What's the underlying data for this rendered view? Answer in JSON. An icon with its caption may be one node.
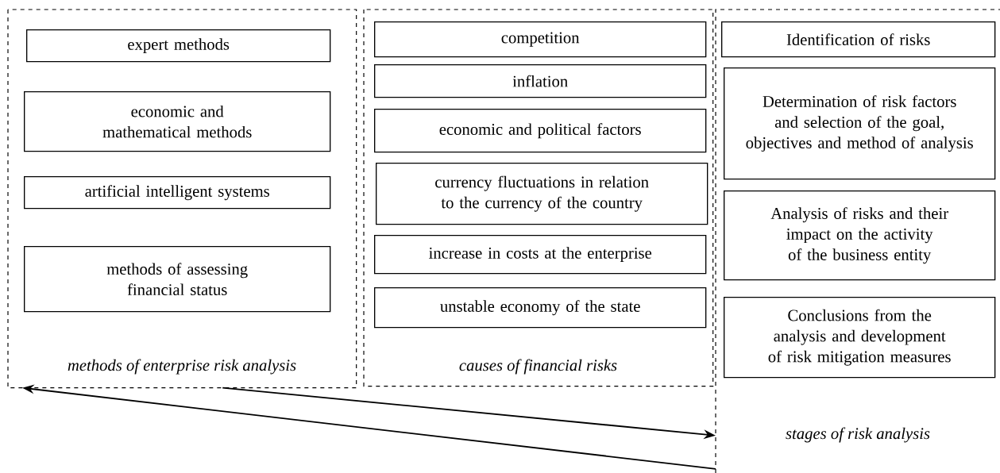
{
  "diagram": {
    "nodes": [
      {
        "text": [
          "methods of enterprise risk analysis"
        ]
      },
      {
        "text": [
          "expert methods"
        ],
        "in": 0
      },
      {
        "text": [
          "economic and mathematical methods"
        ],
        "in": 0
      },
      {
        "text": [
          "artificial intelligent systems"
        ],
        "in": 0
      },
      {
        "text": [
          "methods of assessing financial status"
        ],
        "in": 0
      },
      {
        "text": [
          "causes of financial risks"
        ]
      },
      {
        "text": [
          "competition"
        ],
        "in": 5
      },
      {
        "text": [
          "inflation"
        ],
        "in": 5
      },
      {
        "text": [
          "economic and political factors"
        ],
        "in": 5
      },
      {
        "text": [
          "currency fluctuations in relation to the currency of the country"
        ],
        "in": 5
      },
      {
        "text": [
          "increase in costs at the enterprise"
        ],
        "in": 5
      },
      {
        "text": [
          "unstable economy of the state"
        ],
        "in": 5
      },
      {
        "text": [
          "stages of risk analysis"
        ]
      },
      {
        "text": [
          "Identification of risks"
        ],
        "in": 12
      },
      {
        "text": [
          "Determination of risk factors and selection of the goal, objectives and method of analysis"
        ],
        "in": 12
      },
      {
        "text": [
          "Analysis of risks and their impact on the activity of the business entity"
        ],
        "in": 12
      },
      {
        "text": [
          "Conclusions from the analysis and development of risk mitigation measures"
        ],
        "in": 12
      }
    ],
    "edges": [
      {
        "from": 0,
        "to": 12,
        "arrow": "to"
      },
      {
        "from": 12,
        "to": 0,
        "arrow": "to"
      }
    ]
  }
}
